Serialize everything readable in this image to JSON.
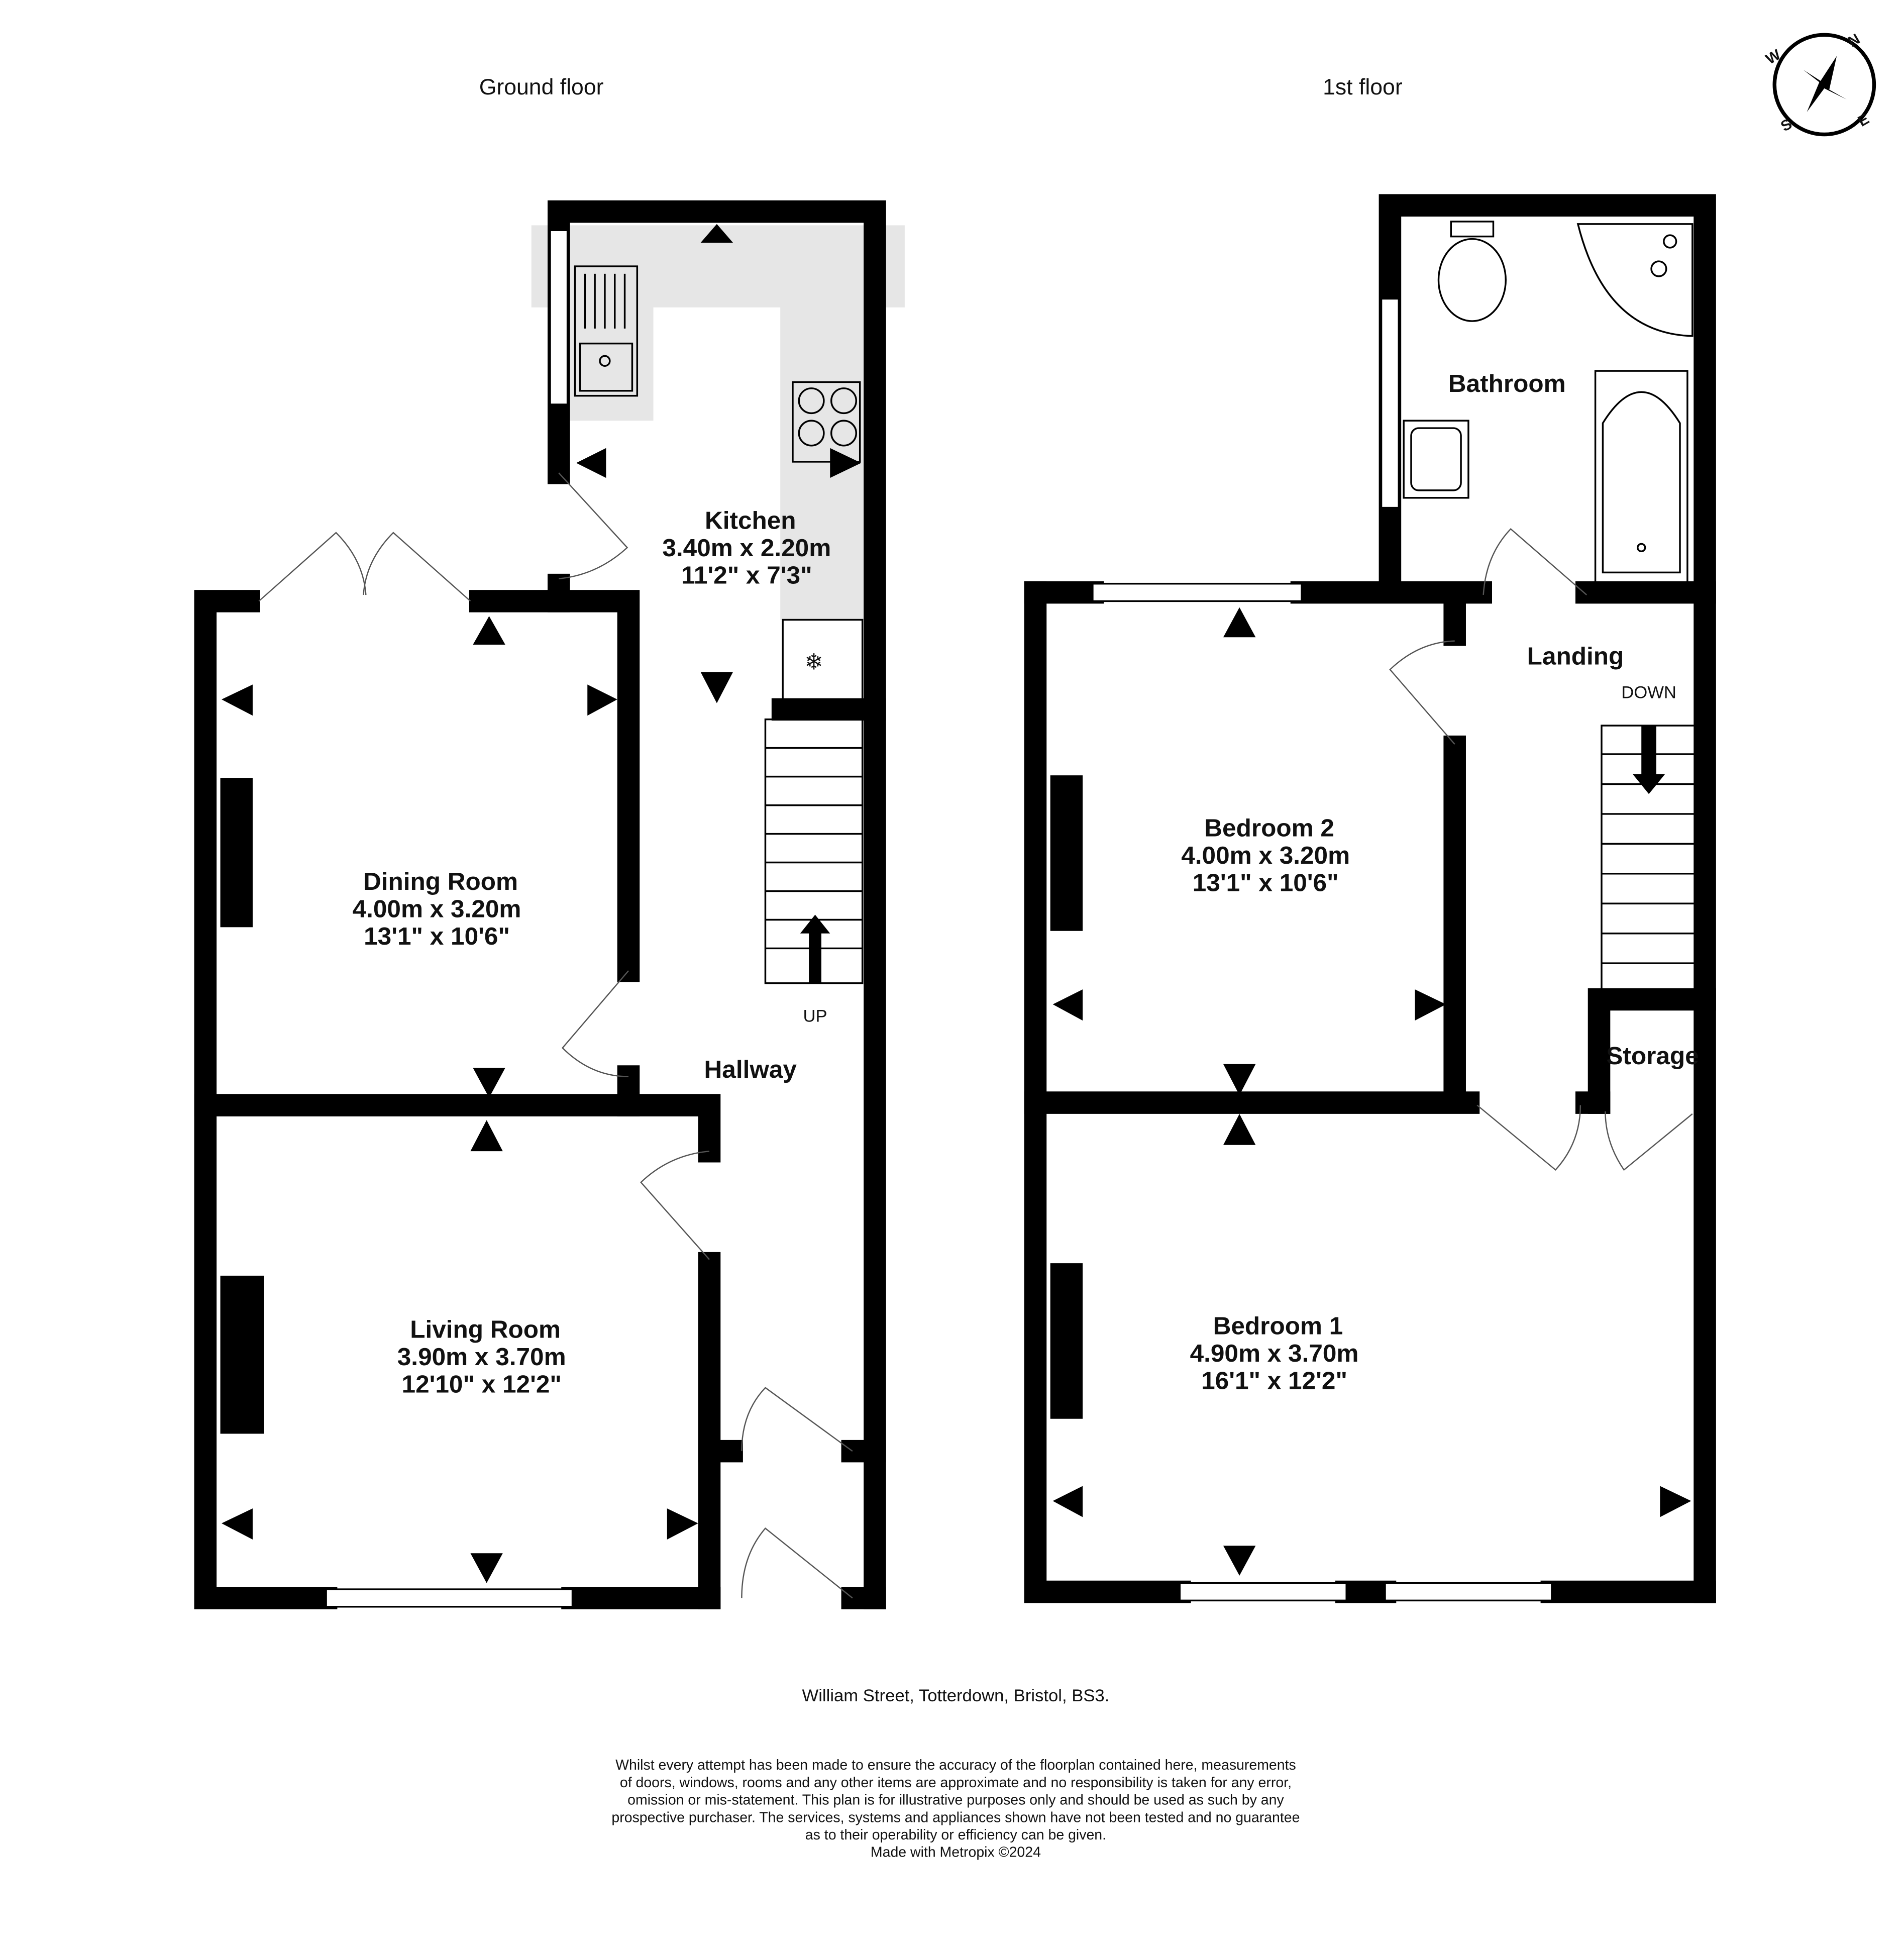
{
  "floors": {
    "ground": {
      "title": "Ground floor",
      "rooms": [
        {
          "name": "Kitchen",
          "metric": "3.40m  x 2.20m",
          "imperial": "11'2\"  x 7'3\""
        },
        {
          "name": "Dining Room",
          "metric": "4.00m  x 3.20m",
          "imperial": "13'1\"  x 10'6\""
        },
        {
          "name": "Living Room",
          "metric": "3.90m  x 3.70m",
          "imperial": "12'10\"  x 12'2\""
        },
        {
          "name": "Hallway"
        }
      ],
      "stairs_label": "UP"
    },
    "first": {
      "title": "1st floor",
      "rooms": [
        {
          "name": "Bathroom"
        },
        {
          "name": "Landing"
        },
        {
          "name": "Bedroom 2",
          "metric": "4.00m  x 3.20m",
          "imperial": "13'1\"  x 10'6\""
        },
        {
          "name": "Bedroom 1",
          "metric": "4.90m  x 3.70m",
          "imperial": "16'1\"  x 12'2\""
        },
        {
          "name": "Storage"
        }
      ],
      "stairs_label": "DOWN"
    }
  },
  "compass": {
    "n": "N",
    "e": "E",
    "s": "S",
    "w": "W"
  },
  "address": "William Street, Totterdown, Bristol, BS3.",
  "disclaimer": [
    "Whilst every attempt has been made to ensure the accuracy of the floorplan contained here, measurements",
    "of doors, windows, rooms and any other items are approximate and no responsibility is taken for any error,",
    "omission or mis-statement. This plan is for illustrative purposes only and should be used as such by any",
    "prospective purchaser. The services, systems and appliances shown have not been tested and no guarantee",
    "as to their operability or efficiency can be given.",
    "Made with Metropix ©2024"
  ],
  "colors": {
    "wall": "#000000",
    "worktop": "#e6e6e6"
  }
}
